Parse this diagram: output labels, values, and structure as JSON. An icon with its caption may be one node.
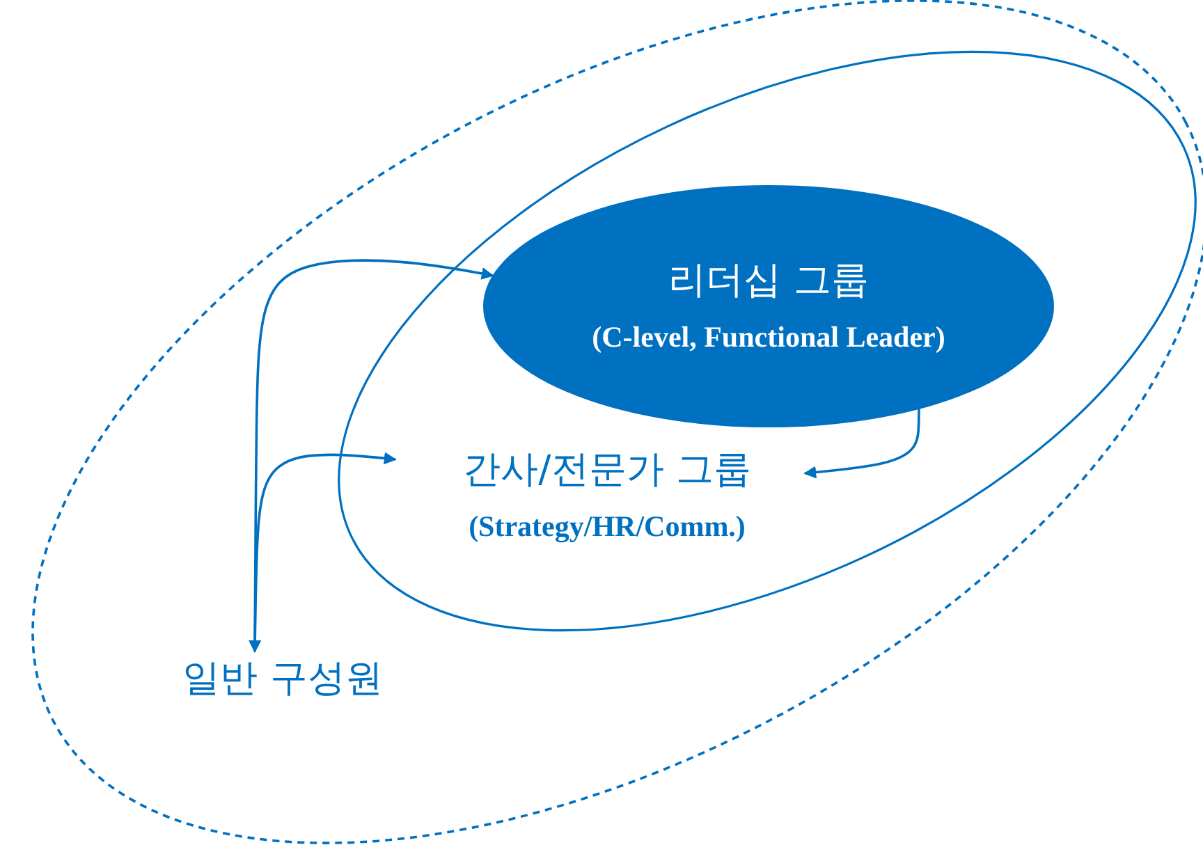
{
  "diagram": {
    "nodes": [
      {
        "text": [],
        "shape": "ellipse"
      },
      {
        "text": [
          "일반 구성원"
        ],
        "in": 0
      },
      {
        "text": [],
        "shape": "ellipse",
        "in": 0
      },
      {
        "text": [
          "간사/전문가 그룹",
          "(Strategy/HR/Comm.)"
        ],
        "in": 2
      },
      {
        "text": [
          "리더십 그룹",
          "(C-level, Functional Leader)"
        ],
        "in": 2
      }
    ],
    "edges": [
      {
        "from": 1,
        "to": 4,
        "arrow": "both"
      },
      {
        "from": 1,
        "to": 3,
        "arrow": "both"
      },
      {
        "from": 3,
        "to": 4,
        "arrow": "both"
      }
    ]
  }
}
